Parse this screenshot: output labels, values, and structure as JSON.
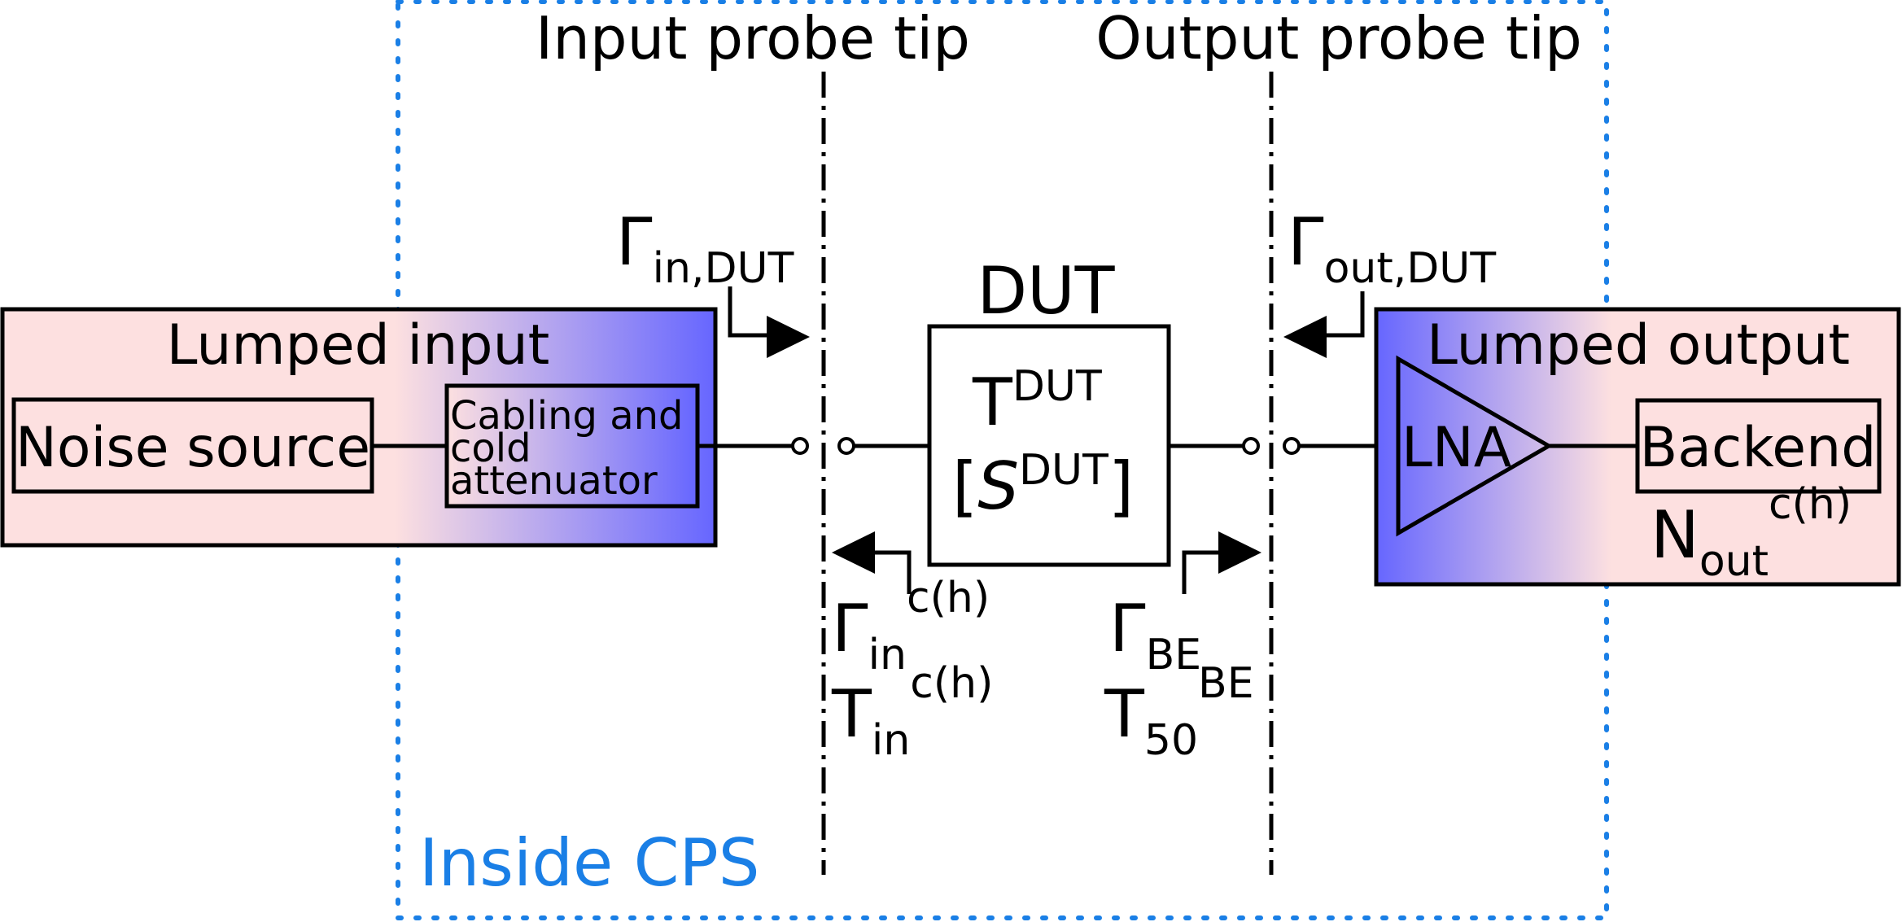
{
  "colors": {
    "cps_border": "#1a7fe6",
    "block_pink": "#fde0e0",
    "block_blue": "#6666ff",
    "line": "#000000"
  },
  "labels": {
    "input_probe_tip": "Input probe tip",
    "output_probe_tip": "Output probe tip",
    "inside_cps": "Inside CPS",
    "dut_title": "DUT",
    "lumped_input": "Lumped input",
    "lumped_output": "Lumped output",
    "noise_source": "Noise source",
    "cabling_line1": "Cabling and",
    "cabling_line2": "cold",
    "cabling_line3": "attenuator",
    "lna": "LNA",
    "backend": "Backend"
  },
  "symbols": {
    "gamma_in_dut": {
      "base": "Γ",
      "sub": "in,DUT"
    },
    "gamma_out_dut": {
      "base": "Γ",
      "sub": "out,DUT"
    },
    "gamma_in_ch": {
      "base": "Γ",
      "sub": "in",
      "sup": "c(h)"
    },
    "t_in_ch": {
      "base": "T",
      "sub": "in",
      "sup": "c(h)"
    },
    "gamma_be": {
      "base": "Γ",
      "sub": "BE"
    },
    "t50_be": {
      "base": "T",
      "sub": "50",
      "sup": "BE"
    },
    "n_out_ch": {
      "base": "N",
      "sub": "out",
      "sup": "c(h)"
    },
    "t_dut": {
      "base": "T",
      "sup": "DUT"
    },
    "s_dut": {
      "open": "[",
      "base": "S",
      "sup": "DUT",
      "close": "]"
    }
  },
  "icons": [
    "arrow-right-icon",
    "arrow-left-icon",
    "amplifier-triangle-icon",
    "port-terminal-icon"
  ]
}
